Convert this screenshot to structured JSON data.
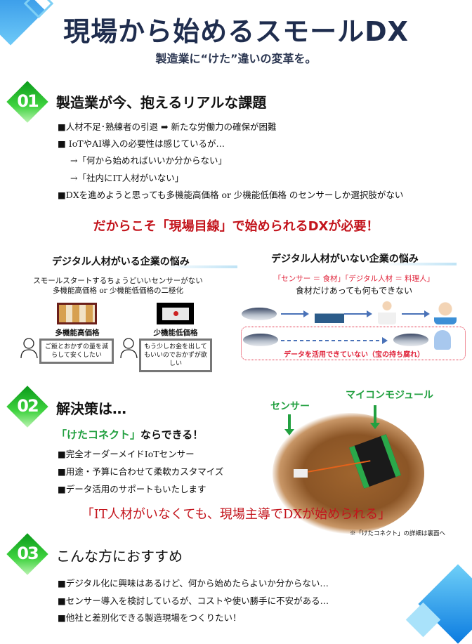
{
  "header": {
    "title": "現場から始めるスモールDX",
    "subtitle": "製造業に“けた”違いの変革を。"
  },
  "section1": {
    "number": "01",
    "heading": "製造業が今、抱えるリアルな課題",
    "bullets": [
      "■人材不足･熟練者の引退 ➡ 新たな労働力の確保が困難",
      "■ IoTやAI導入の必要性は感じているが…",
      "→「何から始めればいいか分からない」",
      "→「社内にIT人材がいない」",
      "■DXを進めようと思っても多機能高価格 or 少機能低価格 のセンサーしか選択肢がない"
    ],
    "conclusion": "だからこそ「現場目線」で始められるDXが必要！"
  },
  "panel_left": {
    "title": "デジタル人材がいる企業の悩み",
    "line1": "スモールスタートするちょうどいいセンサーがない",
    "line2": "多機能高価格 or 少機能低価格の二極化",
    "option_high": "多機能高価格",
    "option_low": "少機能低価格",
    "bubble_high": "ご飯とおかずの量を減らして安くしたい",
    "bubble_low": "もう少しお金を出してもいいのでおかずが欲しい"
  },
  "panel_right": {
    "title": "デジタル人材がいない企業の悩み",
    "analogy": "「センサー ＝ 食材」「デジタル人材 ＝ 料理人」",
    "line": "食材だけあっても何もできない",
    "caption": "データを活用できていない（宝の持ち腐れ）"
  },
  "section2": {
    "number": "02",
    "heading": "解決策は…",
    "lead_highlight": "「けたコネクト」",
    "lead_rest": "ならできる！",
    "bullets": [
      "■完全オーダーメイドIoTセンサー",
      "■用途・予算に合わせて柔軟カスタマイズ",
      "■データ活用のサポートもいたします"
    ],
    "photo_labels": {
      "sensor": "センサー",
      "module": "マイコンモジュール"
    },
    "conclusion": "「IT人材がいなくても、現場主導でDXが始められる」",
    "note": "※「けたコネクト」の詳細は裏面へ"
  },
  "section3": {
    "number": "03",
    "heading": "こんな方におすすめ",
    "bullets": [
      "■デジタル化に興味はあるけど、何から始めたらよいか分からない…",
      "■センサー導入を検討しているが、コストや使い勝手に不安がある…",
      "■他社と差別化できる製造現場をつくりたい！"
    ]
  },
  "colors": {
    "navy": "#1f2d4e",
    "red": "#c3141c",
    "green": "#22a040",
    "blue": "#1e90e8"
  }
}
